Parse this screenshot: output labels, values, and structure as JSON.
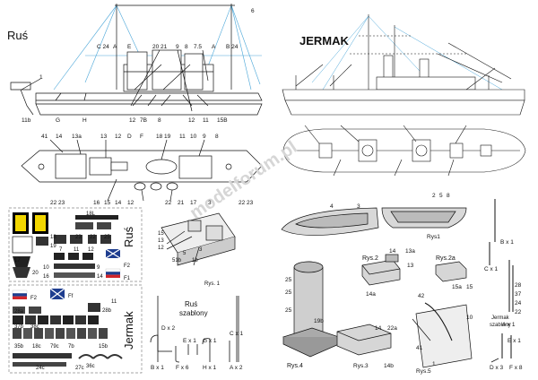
{
  "titles": {
    "rus": "Ruś",
    "jermak": "JERMAK"
  },
  "watermark": "modelforum.pl",
  "rus_labels": {
    "top_right": "6",
    "top_row": [
      "C 24",
      "A",
      "E",
      "20 21",
      "9",
      "8",
      "7.5",
      "A",
      "B 24"
    ],
    "hull_bottom": [
      "11b",
      "G",
      "H",
      "12",
      "7B",
      "8",
      "12",
      "11",
      "15B"
    ],
    "bow_marker": "1",
    "plan_top": [
      "41",
      "14",
      "13a",
      "13",
      "12",
      "D",
      "F",
      "18 19",
      "11",
      "10",
      "9",
      "8"
    ],
    "plan_bottom": [
      "22 23",
      "16",
      "15",
      "14",
      "12",
      "22",
      "21",
      "17",
      "3",
      "22 23"
    ]
  },
  "rus_sheet": {
    "vertical_label": "Ruś",
    "parts": [
      "18",
      "19",
      "18L",
      "23",
      "22",
      "25",
      "17",
      "F2",
      "F1",
      "20",
      "7",
      "11",
      "12",
      "9",
      "14",
      "10",
      "16"
    ]
  },
  "jermak_sheet": {
    "vertical_label": "Jermak",
    "parts": [
      "Ff",
      "F2",
      "28a",
      "28b",
      "37b",
      "38c",
      "35b",
      "18c",
      "79c",
      "7b",
      "15b",
      "36c",
      "27c",
      "24c",
      "11"
    ]
  },
  "rus_details": {
    "sub_labels": [
      "15",
      "13",
      "12",
      "51b",
      "5",
      "1b",
      "3"
    ],
    "caption": "Rys. 1"
  },
  "rus_templates": {
    "title_line1": "Ruś",
    "title_line2": "szablony",
    "labels": [
      "D x 2",
      "E x 1",
      "G x 1",
      "C x 1",
      "B x 1",
      "F x 6",
      "H x 1",
      "A x 2"
    ]
  },
  "jermak_details": {
    "rys1": "Rys1",
    "rys2": "Rys.2",
    "rys2a": "Rys.2a",
    "rys3": "Rys.3",
    "rys4": "Rys.4",
    "rys5": "Rys.5",
    "boat_labels": [
      "4",
      "3",
      "2",
      "5",
      "8"
    ],
    "part_labels": [
      "14",
      "13a",
      "13",
      "14a",
      "15a",
      "15",
      "25",
      "25",
      "25",
      "19b",
      "14",
      "22a",
      "14b",
      "42",
      "10",
      "41",
      "1"
    ],
    "mast_labels": [
      "B x 1",
      "C x 1",
      "28",
      "37",
      "24",
      "22",
      "A x 1",
      "E x 1",
      "D x 3",
      "F x 8"
    ],
    "templates_title_line1": "Jermak",
    "templates_title_line2": "szablony"
  }
}
